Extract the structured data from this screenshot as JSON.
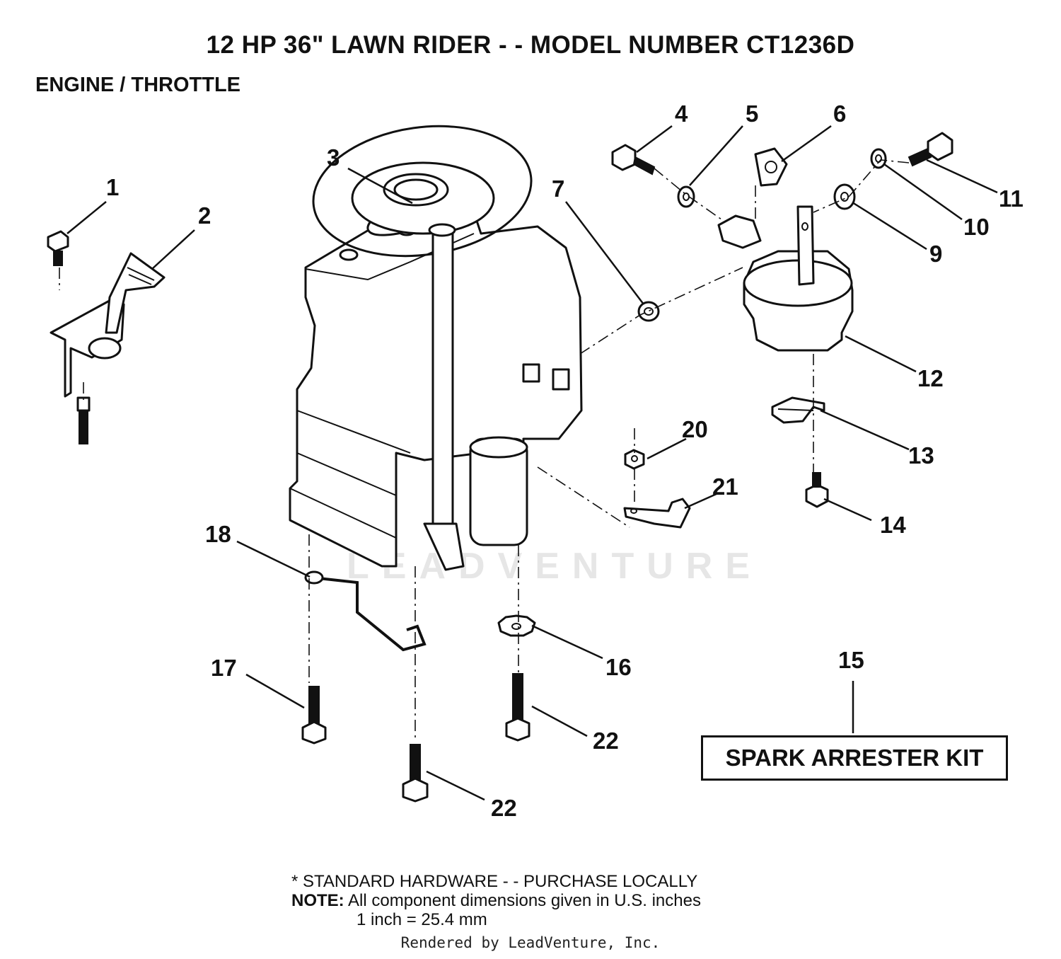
{
  "header": {
    "title": "12 HP 36\" LAWN RIDER - - MODEL NUMBER CT1236D",
    "subtitle": "ENGINE / THROTTLE"
  },
  "callouts": [
    "1",
    "2",
    "3",
    "4",
    "5",
    "6",
    "7",
    "9",
    "10",
    "11",
    "12",
    "13",
    "14",
    "15",
    "16",
    "17",
    "18",
    "20",
    "21",
    "22",
    "22"
  ],
  "kit_label": "SPARK ARRESTER KIT",
  "footnote": {
    "standard": "* STANDARD HARDWARE - - PURCHASE LOCALLY",
    "note_label": "NOTE:",
    "note_text": "All component dimensions given in U.S. inches",
    "conversion": "1 inch = 25.4 mm"
  },
  "watermark": "LEADVENTURE",
  "credit": "Rendered by LeadVenture, Inc."
}
